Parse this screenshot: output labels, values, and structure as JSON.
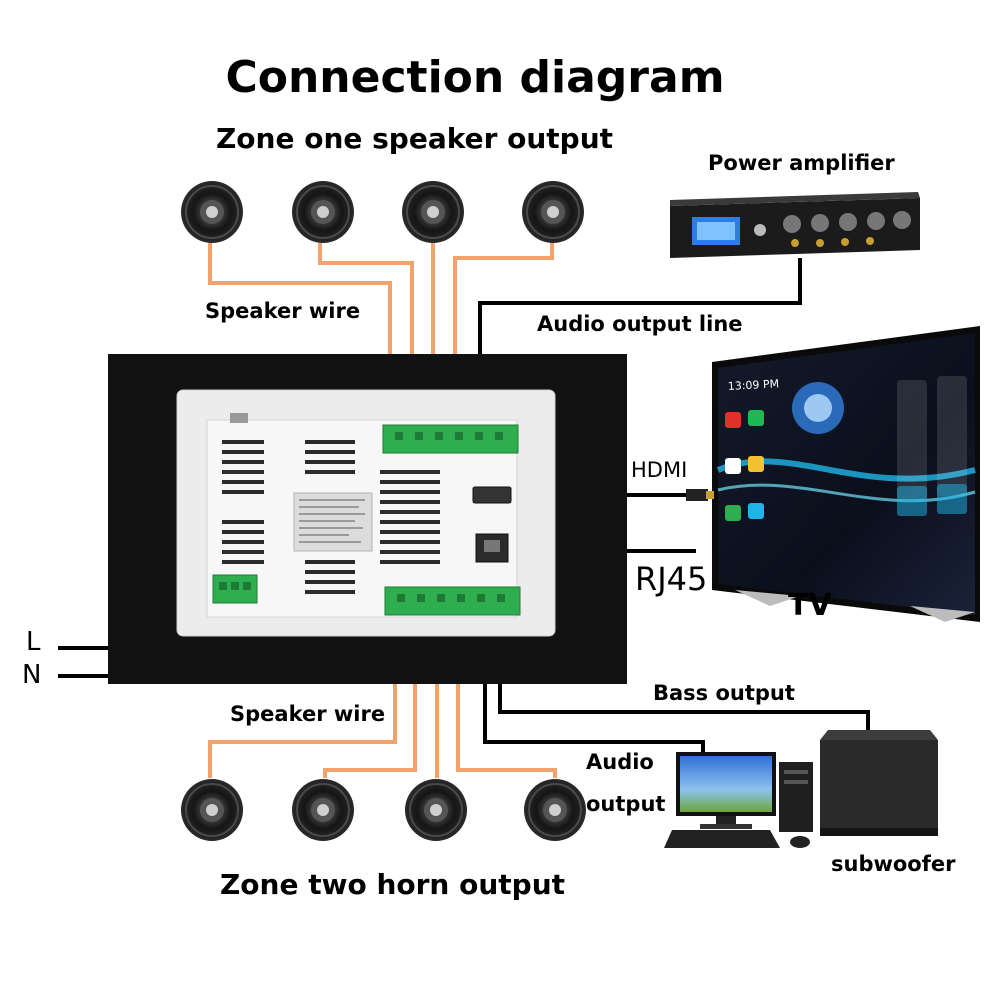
{
  "title": "Connection diagram",
  "labels": {
    "zone_one": "Zone one speaker output",
    "zone_two": "Zone two horn output",
    "power_amplifier": "Power amplifier",
    "speaker_wire_top": "Speaker wire",
    "speaker_wire_bottom": "Speaker wire",
    "audio_output_line": "Audio output line",
    "hdmi": "HDMI",
    "rj45": "RJ45",
    "tv": "TV",
    "bass_output": "Bass output",
    "audio_output_1": "Audio",
    "audio_output_2": "output",
    "subwoofer": "subwoofer",
    "line_l": "L",
    "line_n": "N"
  },
  "tv_screen": {
    "clock": "13:09 PM"
  },
  "colors": {
    "speaker_wire": "#f2a36b",
    "signal_line": "#000000",
    "panel_frame": "#111111",
    "panel_back": "#e9e9e9",
    "terminal_green": "#2fae4f",
    "tv_accent": "#1fb5e8"
  }
}
